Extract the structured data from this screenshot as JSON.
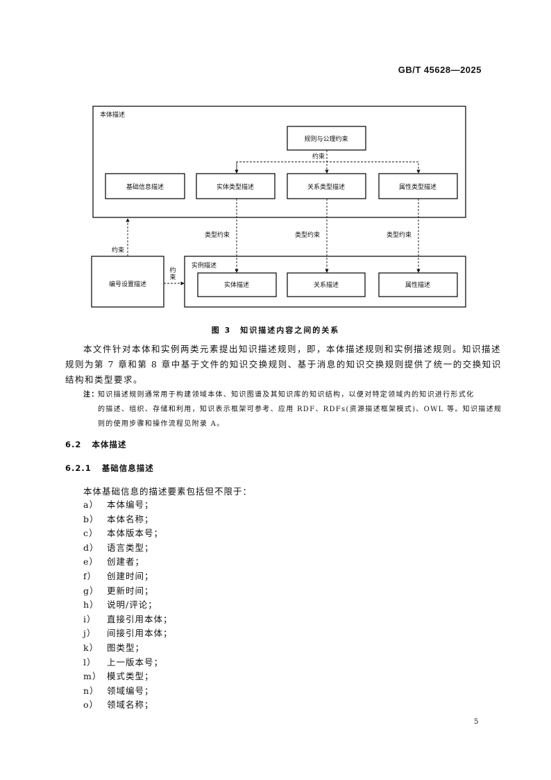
{
  "header": {
    "standard_no": "GB/T 45628—2025"
  },
  "figure": {
    "ontology_title": "本体描述",
    "rules_box": "规则与公理约束",
    "rules_constraint": "约束",
    "boxes": [
      "基础信息描述",
      "实体类型描述",
      "关系类型描述",
      "属性类型描述"
    ],
    "type_constraint": "类型约束",
    "instance_title": "实例描述",
    "instance_boxes": [
      "实体描述",
      "关系描述",
      "属性描述"
    ],
    "numbering_box": "编号设置描述",
    "up_constraint": "约束",
    "side_constraint_1": "约",
    "side_constraint_2": "束",
    "caption": "图 3　知识描述内容之间的关系"
  },
  "body": {
    "para_lines": [
      "本文件针对本体和实例两类元素提出知识描述规则，即，本体描述规则和实例描述规则。知识描述",
      "规则为第 7 章和第 8 章中基于文件的知识交换规则、基于消息的知识交换规则提供了统一的交换知识",
      "结构和类型要求。"
    ],
    "note_label": "注：",
    "note_lines": [
      "知识描述规则通常用于构建领域本体、知识图谱及其知识库的知识结构，以便对特定领域内的知识进行形式化",
      "的描述、组织、存储和利用，知识表示框架可参考、应用 RDF、RDFs(资源描述框架模式)、OWL 等。知识描述规",
      "则的使用步骤和操作流程见附录 A。"
    ],
    "sec_6_2": {
      "num": "6.2",
      "title": "本体描述"
    },
    "sec_6_2_1": {
      "num": "6.2.1",
      "title": "基础信息描述"
    },
    "intro": "本体基础信息的描述要素包括但不限于：",
    "items": [
      {
        "m": "a）",
        "t": "本体编号；"
      },
      {
        "m": "b）",
        "t": "本体名称；"
      },
      {
        "m": "c）",
        "t": "本体版本号；"
      },
      {
        "m": "d）",
        "t": "语言类型；"
      },
      {
        "m": "e）",
        "t": "创建者；"
      },
      {
        "m": "f）",
        "t": "创建时间；"
      },
      {
        "m": "g）",
        "t": "更新时间；"
      },
      {
        "m": "h）",
        "t": "说明/评论；"
      },
      {
        "m": "i）",
        "t": "直接引用本体；"
      },
      {
        "m": "j）",
        "t": "间接引用本体；"
      },
      {
        "m": "k）",
        "t": "图类型；"
      },
      {
        "m": "l）",
        "t": "上一版本号；"
      },
      {
        "m": "m）",
        "t": "模式类型；"
      },
      {
        "m": "n）",
        "t": "领域编号；"
      },
      {
        "m": "o）",
        "t": "领域名称；"
      }
    ]
  },
  "footer": {
    "page_number": "5"
  }
}
